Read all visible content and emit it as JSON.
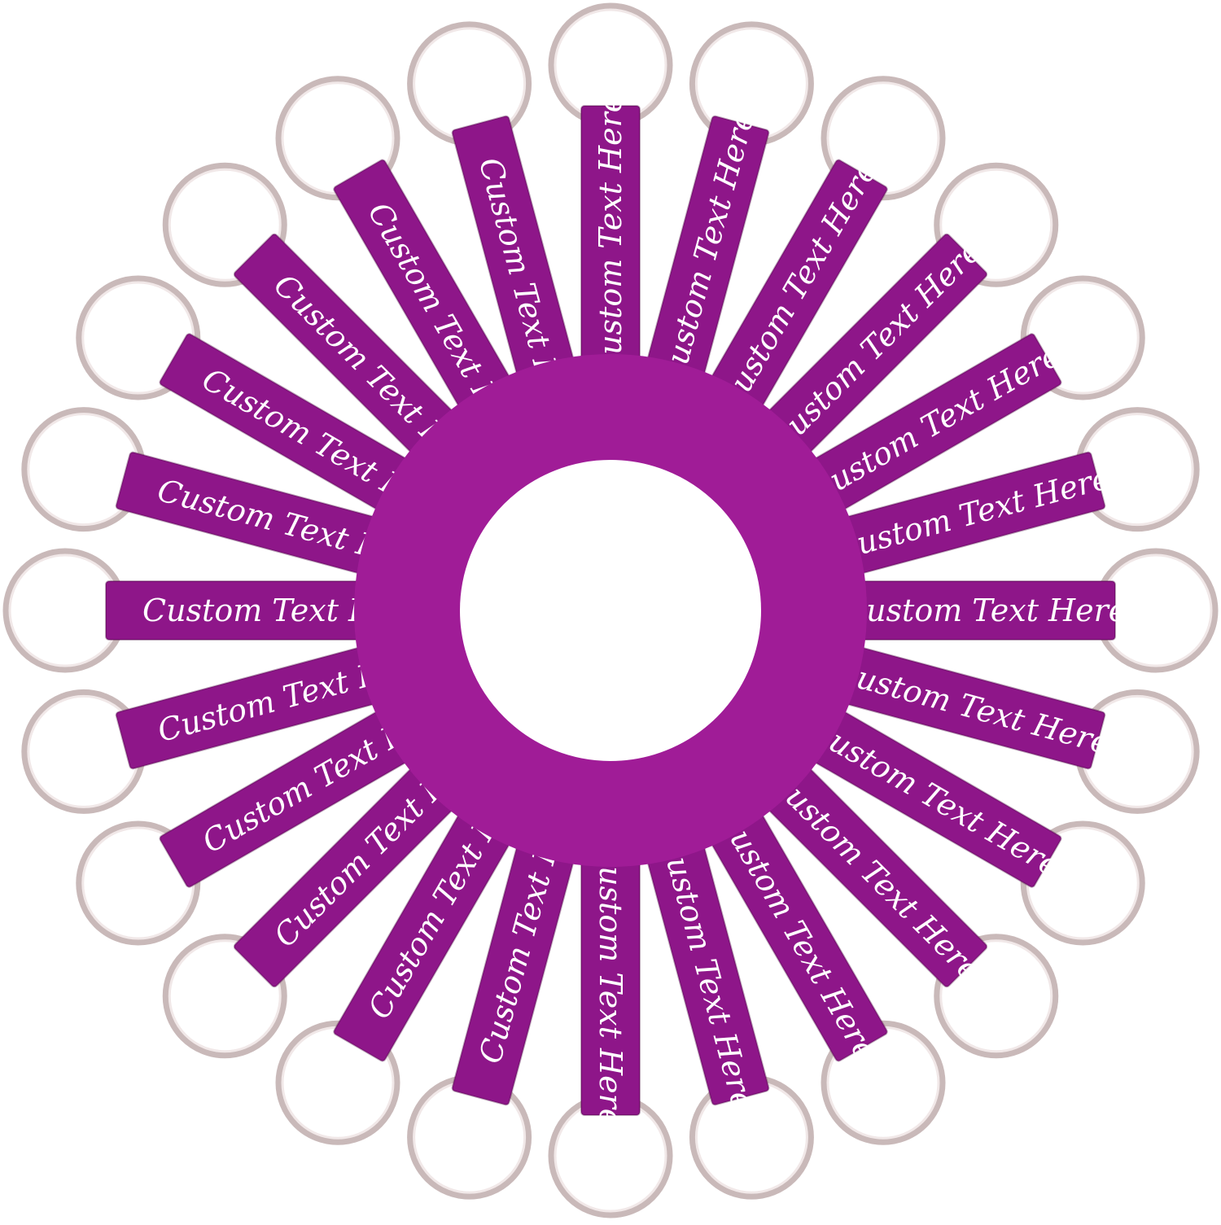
{
  "colors": {
    "accent": "#8e1689",
    "hub": "#a01c97",
    "ring": "#c9b9b9",
    "text": "#ffffff"
  },
  "keychains": {
    "icon": "double-heart-icon",
    "items": [
      {
        "label": "Custom Text Here"
      },
      {
        "label": "Custom Text Here"
      },
      {
        "label": "Custom Text Here"
      },
      {
        "label": "Custom Text Here"
      },
      {
        "label": "Custom Text Here"
      },
      {
        "label": "Custom Text Here"
      },
      {
        "label": "Custom Text Here"
      },
      {
        "label": "Custom Text Here"
      },
      {
        "label": "Custom Text Here"
      },
      {
        "label": "Custom Text Here"
      },
      {
        "label": "Custom Text Here"
      },
      {
        "label": "Custom Text Here"
      },
      {
        "label": "Custom Text Here"
      },
      {
        "label": "Custom Text Here"
      },
      {
        "label": "Custom Text Here"
      },
      {
        "label": "Custom Text Here"
      },
      {
        "label": "Custom Text Here"
      },
      {
        "label": "Custom Text Here"
      },
      {
        "label": "Custom Text Here"
      },
      {
        "label": "Custom Text Here"
      },
      {
        "label": "Custom Text Here"
      },
      {
        "label": "Custom Text Here"
      },
      {
        "label": "Custom Text Here"
      },
      {
        "label": "Custom Text Here"
      }
    ]
  }
}
